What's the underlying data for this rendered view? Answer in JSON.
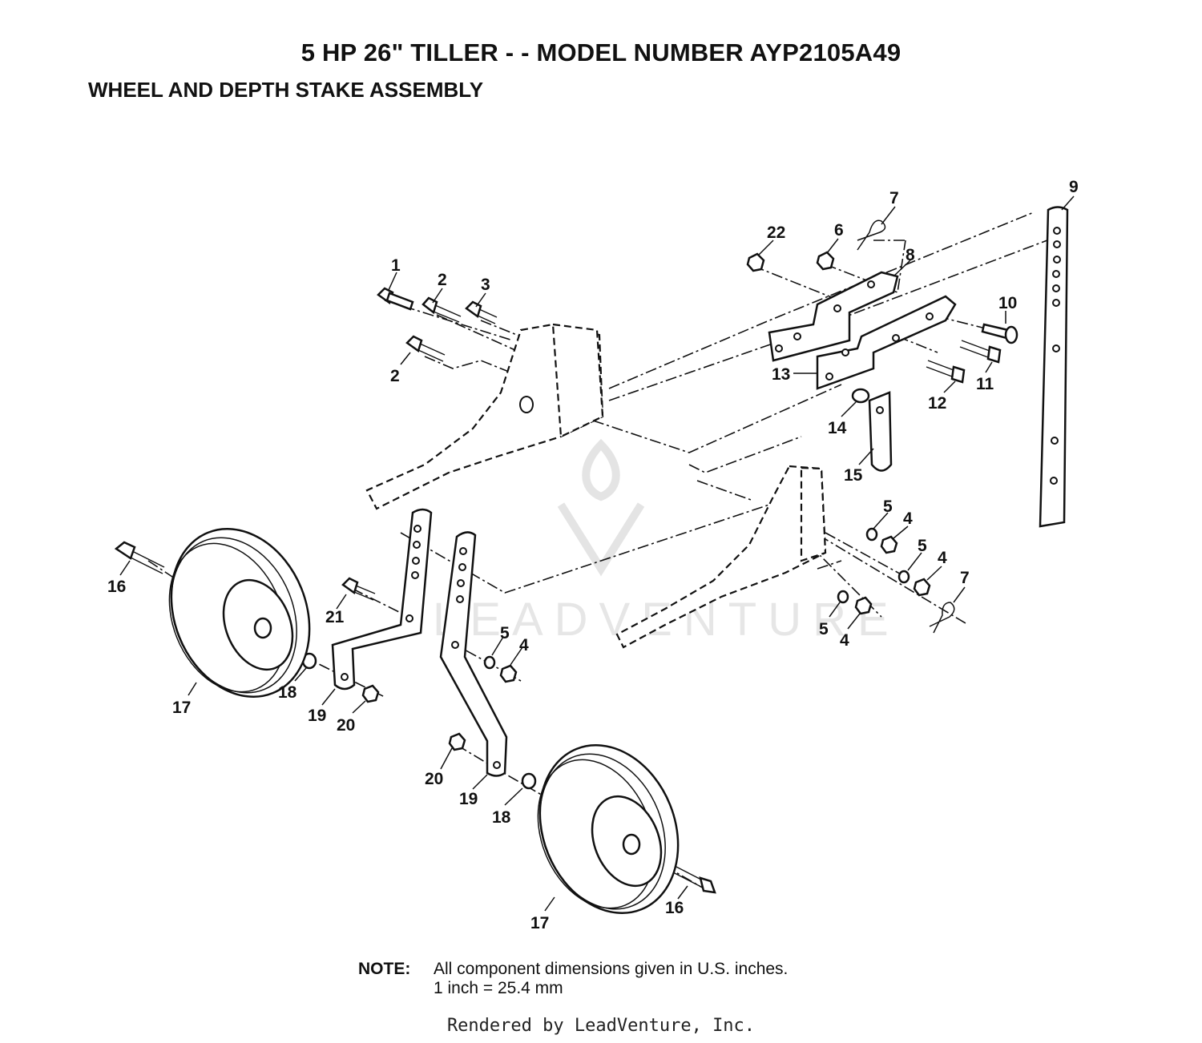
{
  "header": {
    "title": "5 HP 26\" TILLER - - MODEL NUMBER AYP2105A49",
    "subtitle": "WHEEL AND DEPTH STAKE ASSEMBLY"
  },
  "callouts": [
    {
      "id": "c1",
      "label": "1"
    },
    {
      "id": "c2a",
      "label": "2"
    },
    {
      "id": "c3",
      "label": "3"
    },
    {
      "id": "c2b",
      "label": "2"
    },
    {
      "id": "c22",
      "label": "22"
    },
    {
      "id": "c6",
      "label": "6"
    },
    {
      "id": "c7a",
      "label": "7"
    },
    {
      "id": "c8",
      "label": "8"
    },
    {
      "id": "c9",
      "label": "9"
    },
    {
      "id": "c10",
      "label": "10"
    },
    {
      "id": "c11",
      "label": "11"
    },
    {
      "id": "c12",
      "label": "12"
    },
    {
      "id": "c13",
      "label": "13"
    },
    {
      "id": "c14",
      "label": "14"
    },
    {
      "id": "c15",
      "label": "15"
    },
    {
      "id": "c5a",
      "label": "5"
    },
    {
      "id": "c4a",
      "label": "4"
    },
    {
      "id": "c5b",
      "label": "5"
    },
    {
      "id": "c4b",
      "label": "4"
    },
    {
      "id": "c7b",
      "label": "7"
    },
    {
      "id": "c5c",
      "label": "5"
    },
    {
      "id": "c4c",
      "label": "4"
    },
    {
      "id": "c16a",
      "label": "16"
    },
    {
      "id": "c21",
      "label": "21"
    },
    {
      "id": "c5d",
      "label": "5"
    },
    {
      "id": "c4d",
      "label": "4"
    },
    {
      "id": "c17a",
      "label": "17"
    },
    {
      "id": "c18a",
      "label": "18"
    },
    {
      "id": "c19a",
      "label": "19"
    },
    {
      "id": "c20a",
      "label": "20"
    },
    {
      "id": "c20b",
      "label": "20"
    },
    {
      "id": "c19b",
      "label": "19"
    },
    {
      "id": "c18b",
      "label": "18"
    },
    {
      "id": "c16b",
      "label": "16"
    },
    {
      "id": "c17b",
      "label": "17"
    }
  ],
  "watermark": "LEADVENTURE",
  "note": {
    "label": "NOTE:",
    "line1": "All component dimensions given in U.S. inches.",
    "line2": "1 inch = 25.4 mm"
  },
  "footer": "Rendered by LeadVenture, Inc."
}
